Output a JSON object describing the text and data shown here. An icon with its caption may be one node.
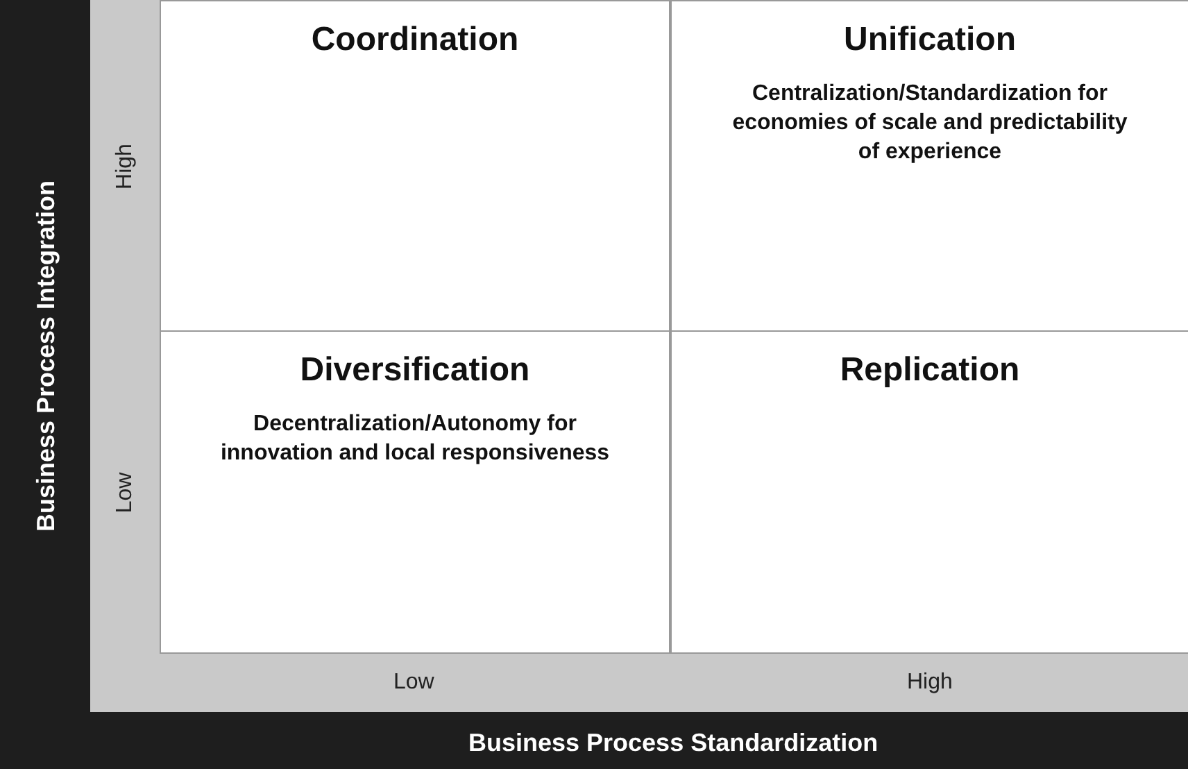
{
  "diagram": {
    "nodes": [
      {
        "text": [
          "Coordination"
        ]
      },
      {
        "text": [
          "Unification",
          "Centralization/Standardization for economies of scale and predictability of experience"
        ]
      },
      {
        "text": [
          "Diversification",
          "Decentralization/Autonomy for innovation and local responsiveness"
        ]
      },
      {
        "text": [
          "Replication"
        ]
      }
    ],
    "labels": [
      "Business Process Integration",
      "High",
      "Low",
      "Low",
      "High",
      "Business Process Standardization"
    ]
  }
}
